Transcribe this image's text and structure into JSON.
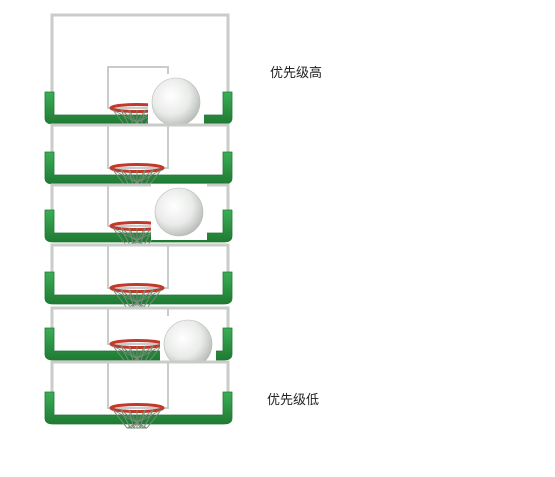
{
  "labels": {
    "top": "优先级高",
    "bottom": "优先级低"
  },
  "hoops": [
    {
      "index": 1,
      "has_ball": true
    },
    {
      "index": 2,
      "has_ball": false
    },
    {
      "index": 3,
      "has_ball": true
    },
    {
      "index": 4,
      "has_ball": false
    },
    {
      "index": 5,
      "has_ball": true
    },
    {
      "index": 6,
      "has_ball": false
    }
  ],
  "colors": {
    "support_green": "#2e9a45",
    "support_green_dark": "#1f7a33",
    "board_frame": "#c9ccc9",
    "rim": "#c0392b",
    "net": "#7a8a7a",
    "ball": "#e6e8e6"
  }
}
